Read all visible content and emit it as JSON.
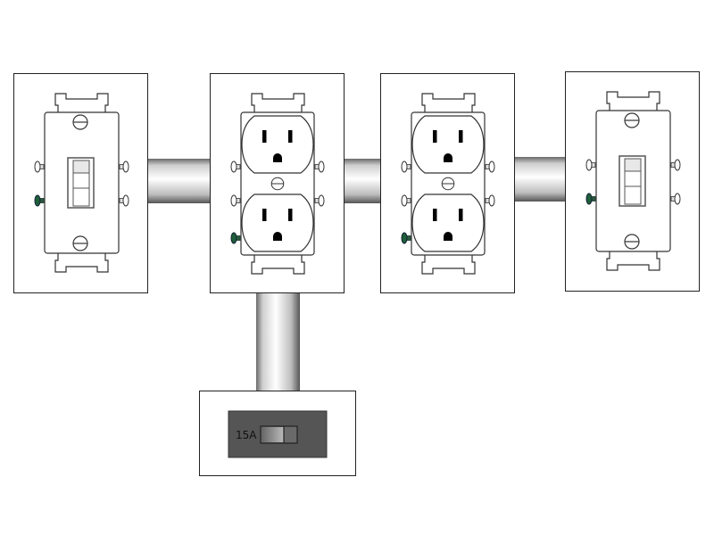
{
  "breaker_panel": {
    "breaker_rating": "15A"
  },
  "colors": {
    "ground_screw": "#1f5e3a",
    "panel": "#555555",
    "outline": "#333333"
  },
  "components": [
    "switch",
    "duplex-outlet",
    "duplex-outlet",
    "switch",
    "breaker-panel"
  ]
}
